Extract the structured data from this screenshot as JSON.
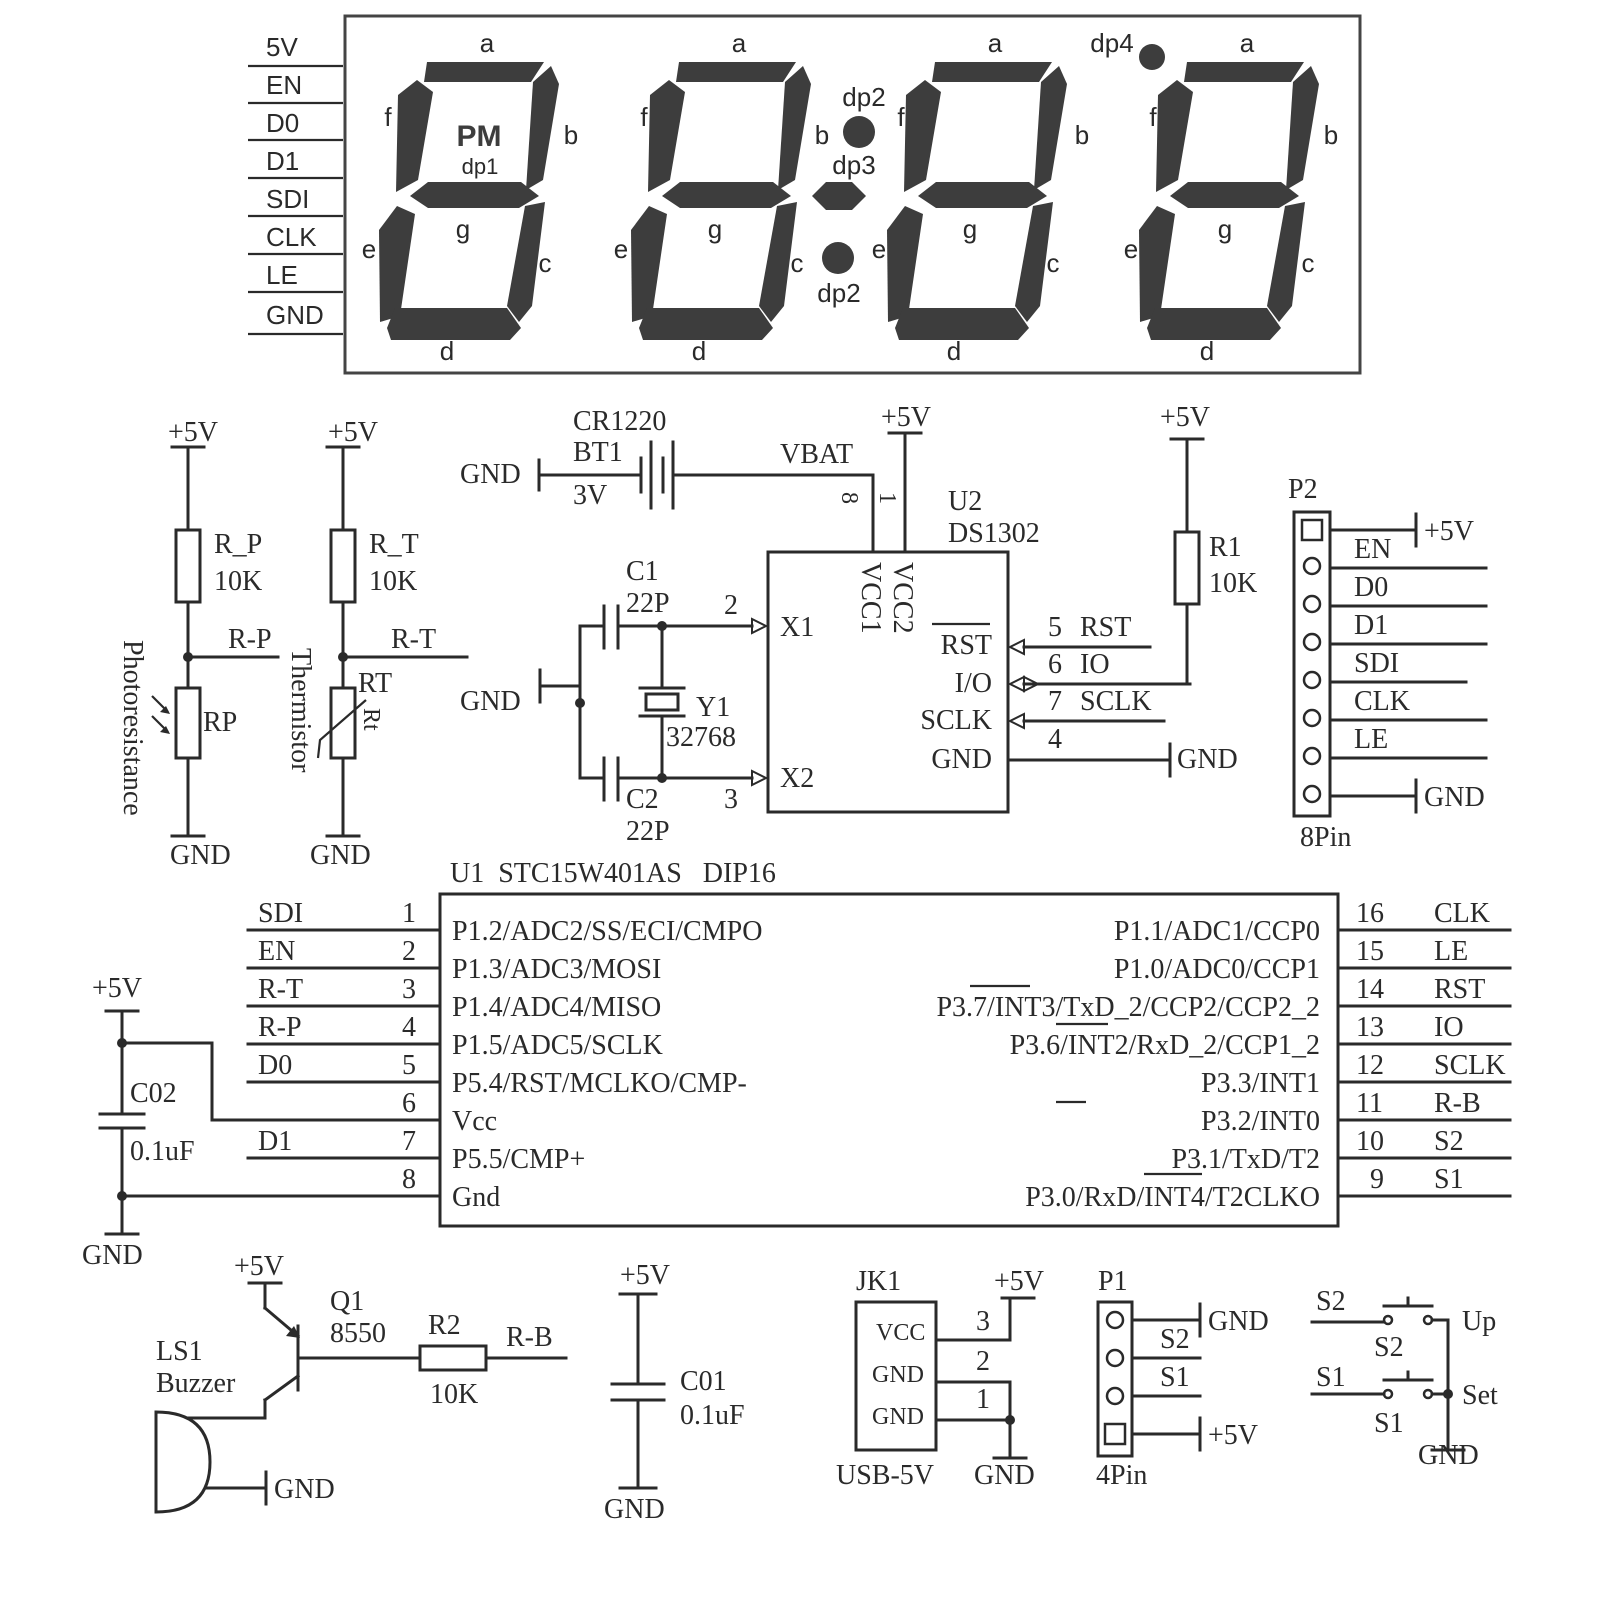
{
  "display": {
    "pins": [
      "5V",
      "EN",
      "D0",
      "D1",
      "SDI",
      "CLK",
      "LE",
      "GND"
    ],
    "seg_a": "a",
    "seg_b": "b",
    "seg_c": "c",
    "seg_d": "d",
    "seg_e": "e",
    "seg_f": "f",
    "seg_g": "g",
    "pm": "PM",
    "dp1": "dp1",
    "dp2": "dp2",
    "dp3": "dp3",
    "dp4": "dp4"
  },
  "sensors": {
    "vcc": "+5V",
    "gnd": "GND",
    "rp_name": "R_P",
    "rp_value": "10K",
    "rp_net": "R-P",
    "rp_part": "RP",
    "rp_caption": "Photoresistance",
    "rt_name": "R_T",
    "rt_value": "10K",
    "rt_net": "R-T",
    "rt_part": "RT",
    "rt_sub": "Rt",
    "rt_caption": "Thermistor"
  },
  "rtc": {
    "battery_type": "CR1220",
    "battery_ref": "BT1",
    "battery_voltage": "3V",
    "gnd": "GND",
    "vbat": "VBAT",
    "vcc": "+5V",
    "ref": "U2",
    "part": "DS1302",
    "pin_vcc1": "VCC1",
    "pin_vcc2": "VCC2",
    "pin_x1": "X1",
    "pin_x2": "X2",
    "pin_rst": "RST",
    "pin_io": "I/O",
    "pin_sclk": "SCLK",
    "pin_gnd": "GND",
    "num_8": "8",
    "num_1": "1",
    "num_2": "2",
    "num_3": "3",
    "num_5": "5",
    "num_6": "6",
    "num_7": "7",
    "num_4": "4",
    "net_rst": "RST",
    "net_io": "IO",
    "net_sclk": "SCLK",
    "c1_ref": "C1",
    "c1_value": "22P",
    "c2_ref": "C2",
    "c2_value": "22P",
    "y1_ref": "Y1",
    "y1_value": "32768",
    "r1_ref": "R1",
    "r1_value": "10K"
  },
  "p2": {
    "ref": "P2",
    "footprint": "8Pin",
    "labels": [
      "+5V",
      "EN",
      "D0",
      "D1",
      "SDI",
      "CLK",
      "LE",
      "GND"
    ]
  },
  "mcu": {
    "title": "U1  STC15W401AS   DIP16",
    "left_pins": [
      {
        "net": "SDI",
        "num": "1",
        "name": "P1.2/ADC2/SS/ECI/CMPO"
      },
      {
        "net": "EN",
        "num": "2",
        "name": "P1.3/ADC3/MOSI"
      },
      {
        "net": "R-T",
        "num": "3",
        "name": "P1.4/ADC4/MISO"
      },
      {
        "net": "R-P",
        "num": "4",
        "name": "P1.5/ADC5/SCLK"
      },
      {
        "net": "D0",
        "num": "5",
        "name": "P5.4/RST/MCLKO/CMP-"
      },
      {
        "net": "",
        "num": "6",
        "name": "Vcc"
      },
      {
        "net": "D1",
        "num": "7",
        "name": "P5.5/CMP+"
      },
      {
        "net": "",
        "num": "8",
        "name": "Gnd"
      }
    ],
    "right_pins": [
      {
        "net": "CLK",
        "num": "16",
        "name": "P1.1/ADC1/CCP0"
      },
      {
        "net": "LE",
        "num": "15",
        "name": "P1.0/ADC0/CCP1"
      },
      {
        "net": "RST",
        "num": "14",
        "name": "P3.7/INT3/TxD_2/CCP2/CCP2_2"
      },
      {
        "net": "IO",
        "num": "13",
        "name": "P3.6/INT2/RxD_2/CCP1_2"
      },
      {
        "net": "SCLK",
        "num": "12",
        "name": "P3.3/INT1"
      },
      {
        "net": "R-B",
        "num": "11",
        "name": "P3.2/INT0"
      },
      {
        "net": "S2",
        "num": "10",
        "name": "P3.1/TxD/T2"
      },
      {
        "net": "S1",
        "num": "9",
        "name": "P3.0/RxD/INT4/T2CLKO"
      }
    ],
    "c02_ref": "C02",
    "c02_value": "0.1uF",
    "vcc": "+5V",
    "gnd": "GND"
  },
  "buzzer": {
    "vcc": "+5V",
    "q_ref": "Q1",
    "q_part": "8550",
    "r_ref": "R2",
    "r_value": "10K",
    "net": "R-B",
    "ls_ref": "LS1",
    "ls_part": "Buzzer",
    "gnd": "GND"
  },
  "decoupling": {
    "vcc": "+5V",
    "ref": "C01",
    "value": "0.1uF",
    "gnd": "GND"
  },
  "usb": {
    "ref": "JK1",
    "caption": "USB-5V",
    "vcc": "+5V",
    "gnd": "GND",
    "pin_vcc": "VCC",
    "pin_gnd1": "GND",
    "pin_gnd2": "GND",
    "num_3": "3",
    "num_2": "2",
    "num_1": "1"
  },
  "p1": {
    "ref": "P1",
    "footprint": "4Pin",
    "labels": [
      "GND",
      "S2",
      "S1",
      "+5V"
    ]
  },
  "switches": {
    "s2_net": "S2",
    "s2_ref": "S2",
    "s2_func": "Up",
    "s1_net": "S1",
    "s1_ref": "S1",
    "s1_func": "Set",
    "gnd": "GND"
  }
}
